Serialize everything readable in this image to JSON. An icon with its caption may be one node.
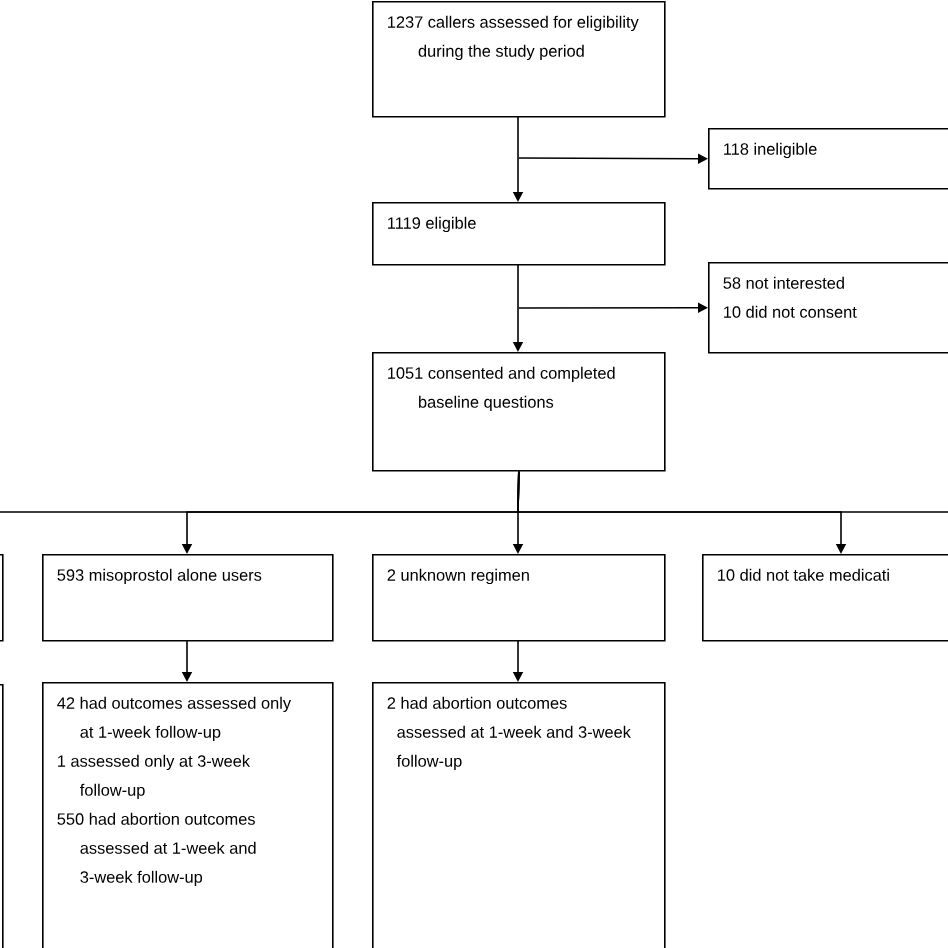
{
  "diagram": {
    "nodes": [
      {
        "text": [
          "1237 callers assessed for eligibility during the study period"
        ]
      },
      {
        "text": [
          "118 ineligible"
        ]
      },
      {
        "text": [
          "1119 eligible"
        ]
      },
      {
        "text": [
          "58 not interested",
          "10 did not consent"
        ]
      },
      {
        "text": [
          "1051 consented and completed baseline questions"
        ]
      },
      {
        "text": [],
        "shape": "box"
      },
      {
        "text": [],
        "shape": "box"
      },
      {
        "text": [
          "593 misoprostol alone users"
        ]
      },
      {
        "text": [
          "2 unknown regimen"
        ]
      },
      {
        "text": [
          "10 did not take medicati"
        ]
      },
      {
        "text": [
          "42 had outcomes assessed only at 1-week follow-up",
          "1 assessed only at 3-week follow-up",
          "550 had abortion outcomes assessed at 1-week and 3-week follow-up"
        ]
      },
      {
        "text": [
          "2 had abortion outcomes assessed at 1-week and 3-week follow-up"
        ]
      }
    ],
    "edges": [
      {
        "from": 0,
        "to": 2,
        "arrow": "to"
      },
      {
        "from": 0,
        "to": 1,
        "arrow": "to"
      },
      {
        "from": 2,
        "to": 4,
        "arrow": "to"
      },
      {
        "from": 2,
        "to": 3,
        "arrow": "to"
      },
      {
        "from": 4,
        "to": 7,
        "arrow": "to"
      },
      {
        "from": 4,
        "to": 8,
        "arrow": "to"
      },
      {
        "from": 4,
        "to": 9,
        "arrow": "to"
      },
      {
        "from": 4,
        "to": null,
        "arrow": "none"
      },
      {
        "from": 4,
        "to": null,
        "arrow": "none"
      },
      {
        "from": 7,
        "to": 10,
        "arrow": "to"
      },
      {
        "from": 8,
        "to": 11,
        "arrow": "to"
      }
    ]
  }
}
